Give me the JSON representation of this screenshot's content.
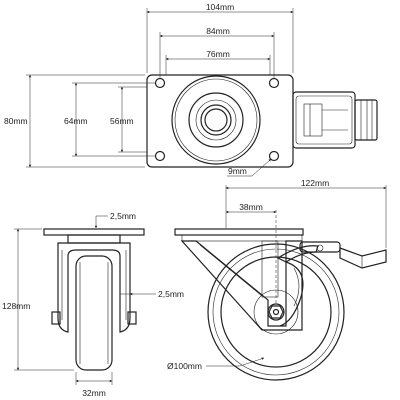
{
  "dimensions": {
    "plate_width": "104mm",
    "hole_spacing_x": "84mm",
    "inner_width": "76mm",
    "plate_height": "80mm",
    "hole_spacing_y": "64mm",
    "inner_height": "56mm",
    "hole_diameter": "9mm",
    "total_length": "122mm",
    "offset": "38mm",
    "plate_thickness": "2,5mm",
    "fork_thickness": "2,5mm",
    "total_height": "128mm",
    "wheel_width": "32mm",
    "wheel_diameter": "Ø100mm"
  }
}
